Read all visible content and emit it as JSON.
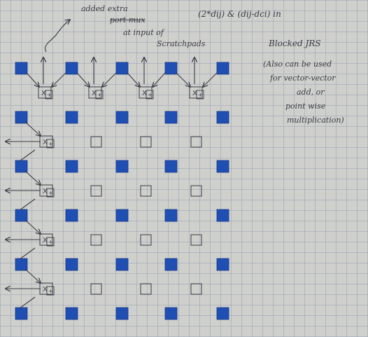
{
  "annotations": {
    "added_extra": "added extra",
    "port_mux": "port mux",
    "at_input_of": "at input of",
    "scratchpads": "Scratchpads"
  },
  "title": {
    "line1": "(2*dij) & (dij-dci) in",
    "line2": "Blocked JRS"
  },
  "side_note": {
    "line1": "(Also can be used",
    "line2": "for vector-vector",
    "line3": "add, or",
    "line4": "point wise",
    "line5": "multiplication)"
  },
  "pe_labels": {
    "mult": "X",
    "add": "+"
  },
  "colors": {
    "filled_pe": "#1f4fb3",
    "ink": "#3c3c45",
    "paper": "#cfcfcc"
  }
}
